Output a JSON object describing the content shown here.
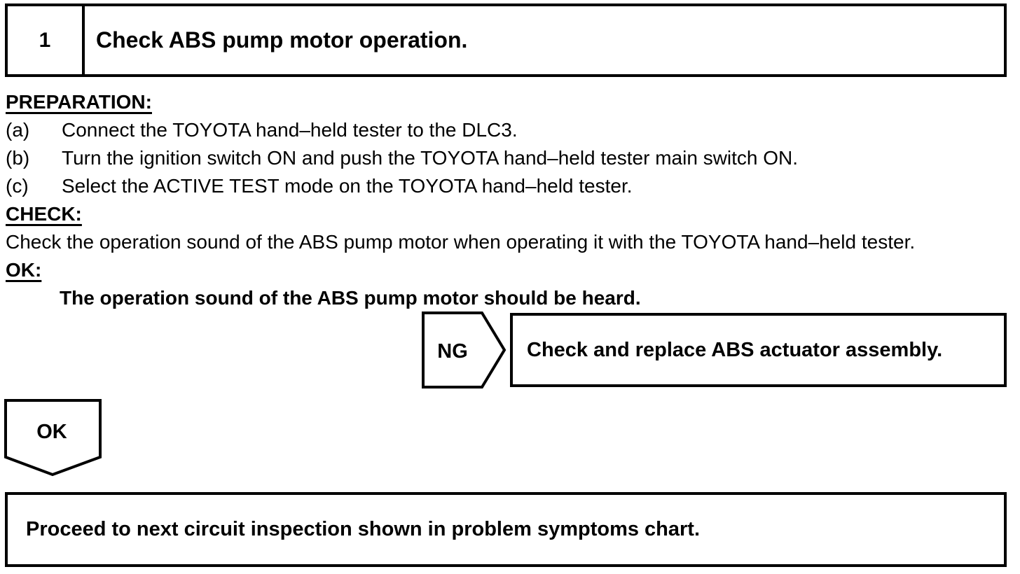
{
  "step": {
    "number": "1",
    "title": "Check ABS pump motor operation."
  },
  "sections": {
    "preparation_label": "PREPARATION:",
    "preparation_items": [
      {
        "label": "(a)",
        "text": "Connect the TOYOTA hand–held tester to the DLC3."
      },
      {
        "label": "(b)",
        "text": "Turn the ignition switch ON and push the TOYOTA hand–held tester main switch ON."
      },
      {
        "label": "(c)",
        "text": "Select the ACTIVE TEST mode on the TOYOTA hand–held tester."
      }
    ],
    "check_label": "CHECK:",
    "check_text": "Check the operation sound of the ABS pump motor when operating it with the TOYOTA hand–held tester.",
    "ok_label": "OK:",
    "ok_text": "The operation sound of the ABS pump motor should be heard."
  },
  "flow": {
    "ng_connector_label": "NG",
    "ng_action": "Check and replace ABS actuator assembly.",
    "ok_connector_label": "OK",
    "ok_action": "Proceed to next circuit inspection shown in problem symptoms chart."
  },
  "colors": {
    "ink": "#000000",
    "background": "#ffffff"
  }
}
